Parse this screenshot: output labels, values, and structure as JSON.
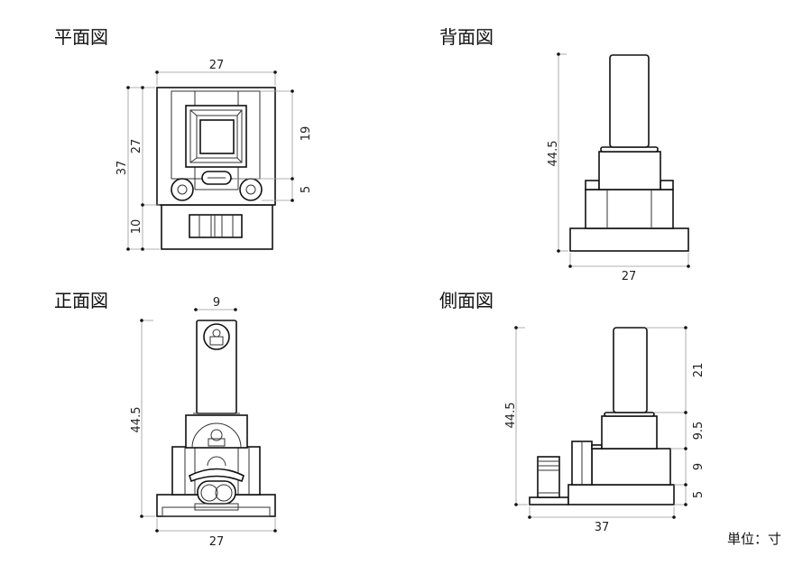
{
  "views": {
    "plan": {
      "title": "平面図",
      "dims": {
        "width": "27",
        "total_height": "37",
        "upper_height": "27",
        "lower_height": "10",
        "button_height": "19",
        "button_gap": "5"
      }
    },
    "back": {
      "title": "背面図",
      "dims": {
        "height": "44.5",
        "width": "27"
      }
    },
    "front": {
      "title": "正面図",
      "dims": {
        "pipe_width": "9",
        "height": "44.5",
        "width": "27"
      }
    },
    "side": {
      "title": "側面図",
      "dims": {
        "height": "44.5",
        "pipe": "21",
        "upper_box": "9.5",
        "middle_box": "9",
        "base": "5",
        "depth": "37"
      }
    }
  },
  "unit_label": "単位：寸"
}
